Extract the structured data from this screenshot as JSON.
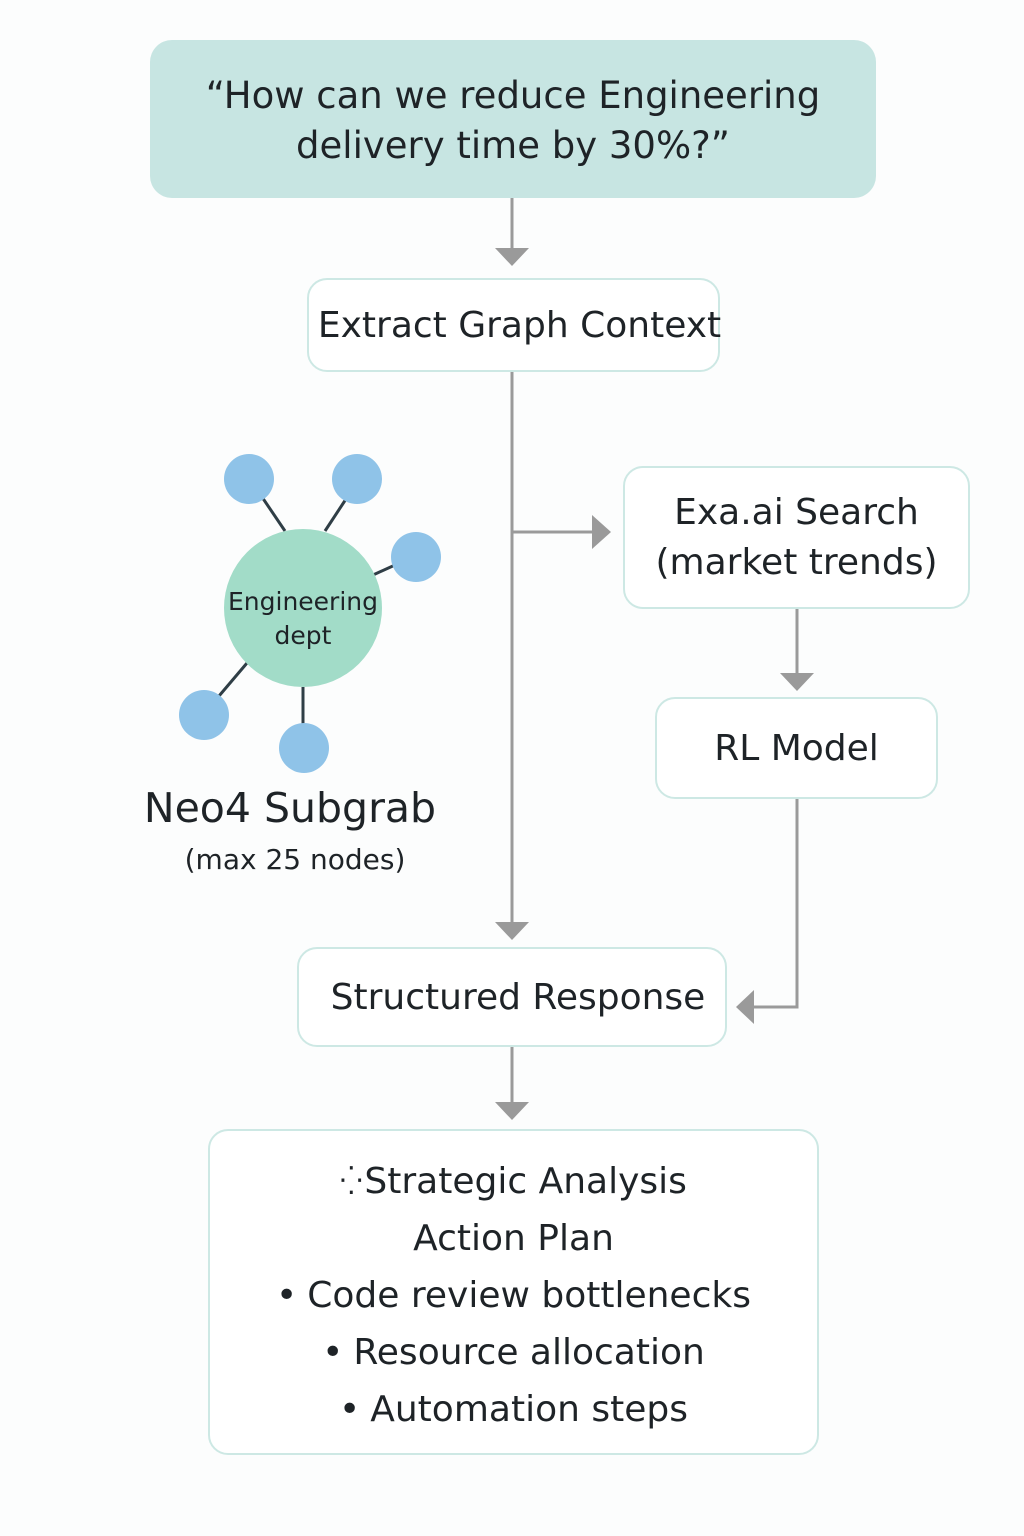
{
  "question": {
    "line1": "“How can we reduce Engineering",
    "line2": "delivery time by 30%?”"
  },
  "extract": {
    "label": "Extract Graph Context"
  },
  "exa": {
    "line1": "Exa.ai Search",
    "line2": "(market trends)"
  },
  "rl": {
    "label": "RL Model"
  },
  "structured": {
    "label": "Structured Response"
  },
  "graph": {
    "hub_line1": "Engineering",
    "hub_line2": "dept",
    "title": "Neo4 Subgrab",
    "subtitle": "(max 25 nodes)",
    "hub_color": "#a2dcc8",
    "node_color": "#8fc3e8"
  },
  "output": {
    "icon": "grid-icon",
    "title": "Strategic Analysis",
    "subtitle": "Action Plan",
    "bullets": [
      "Code review bottlenecks",
      "Resource allocation",
      "Automation steps"
    ]
  },
  "colors": {
    "box_border": "#cde8e4",
    "question_fill": "#c7e5e2",
    "arrow": "#9a9a9a"
  }
}
